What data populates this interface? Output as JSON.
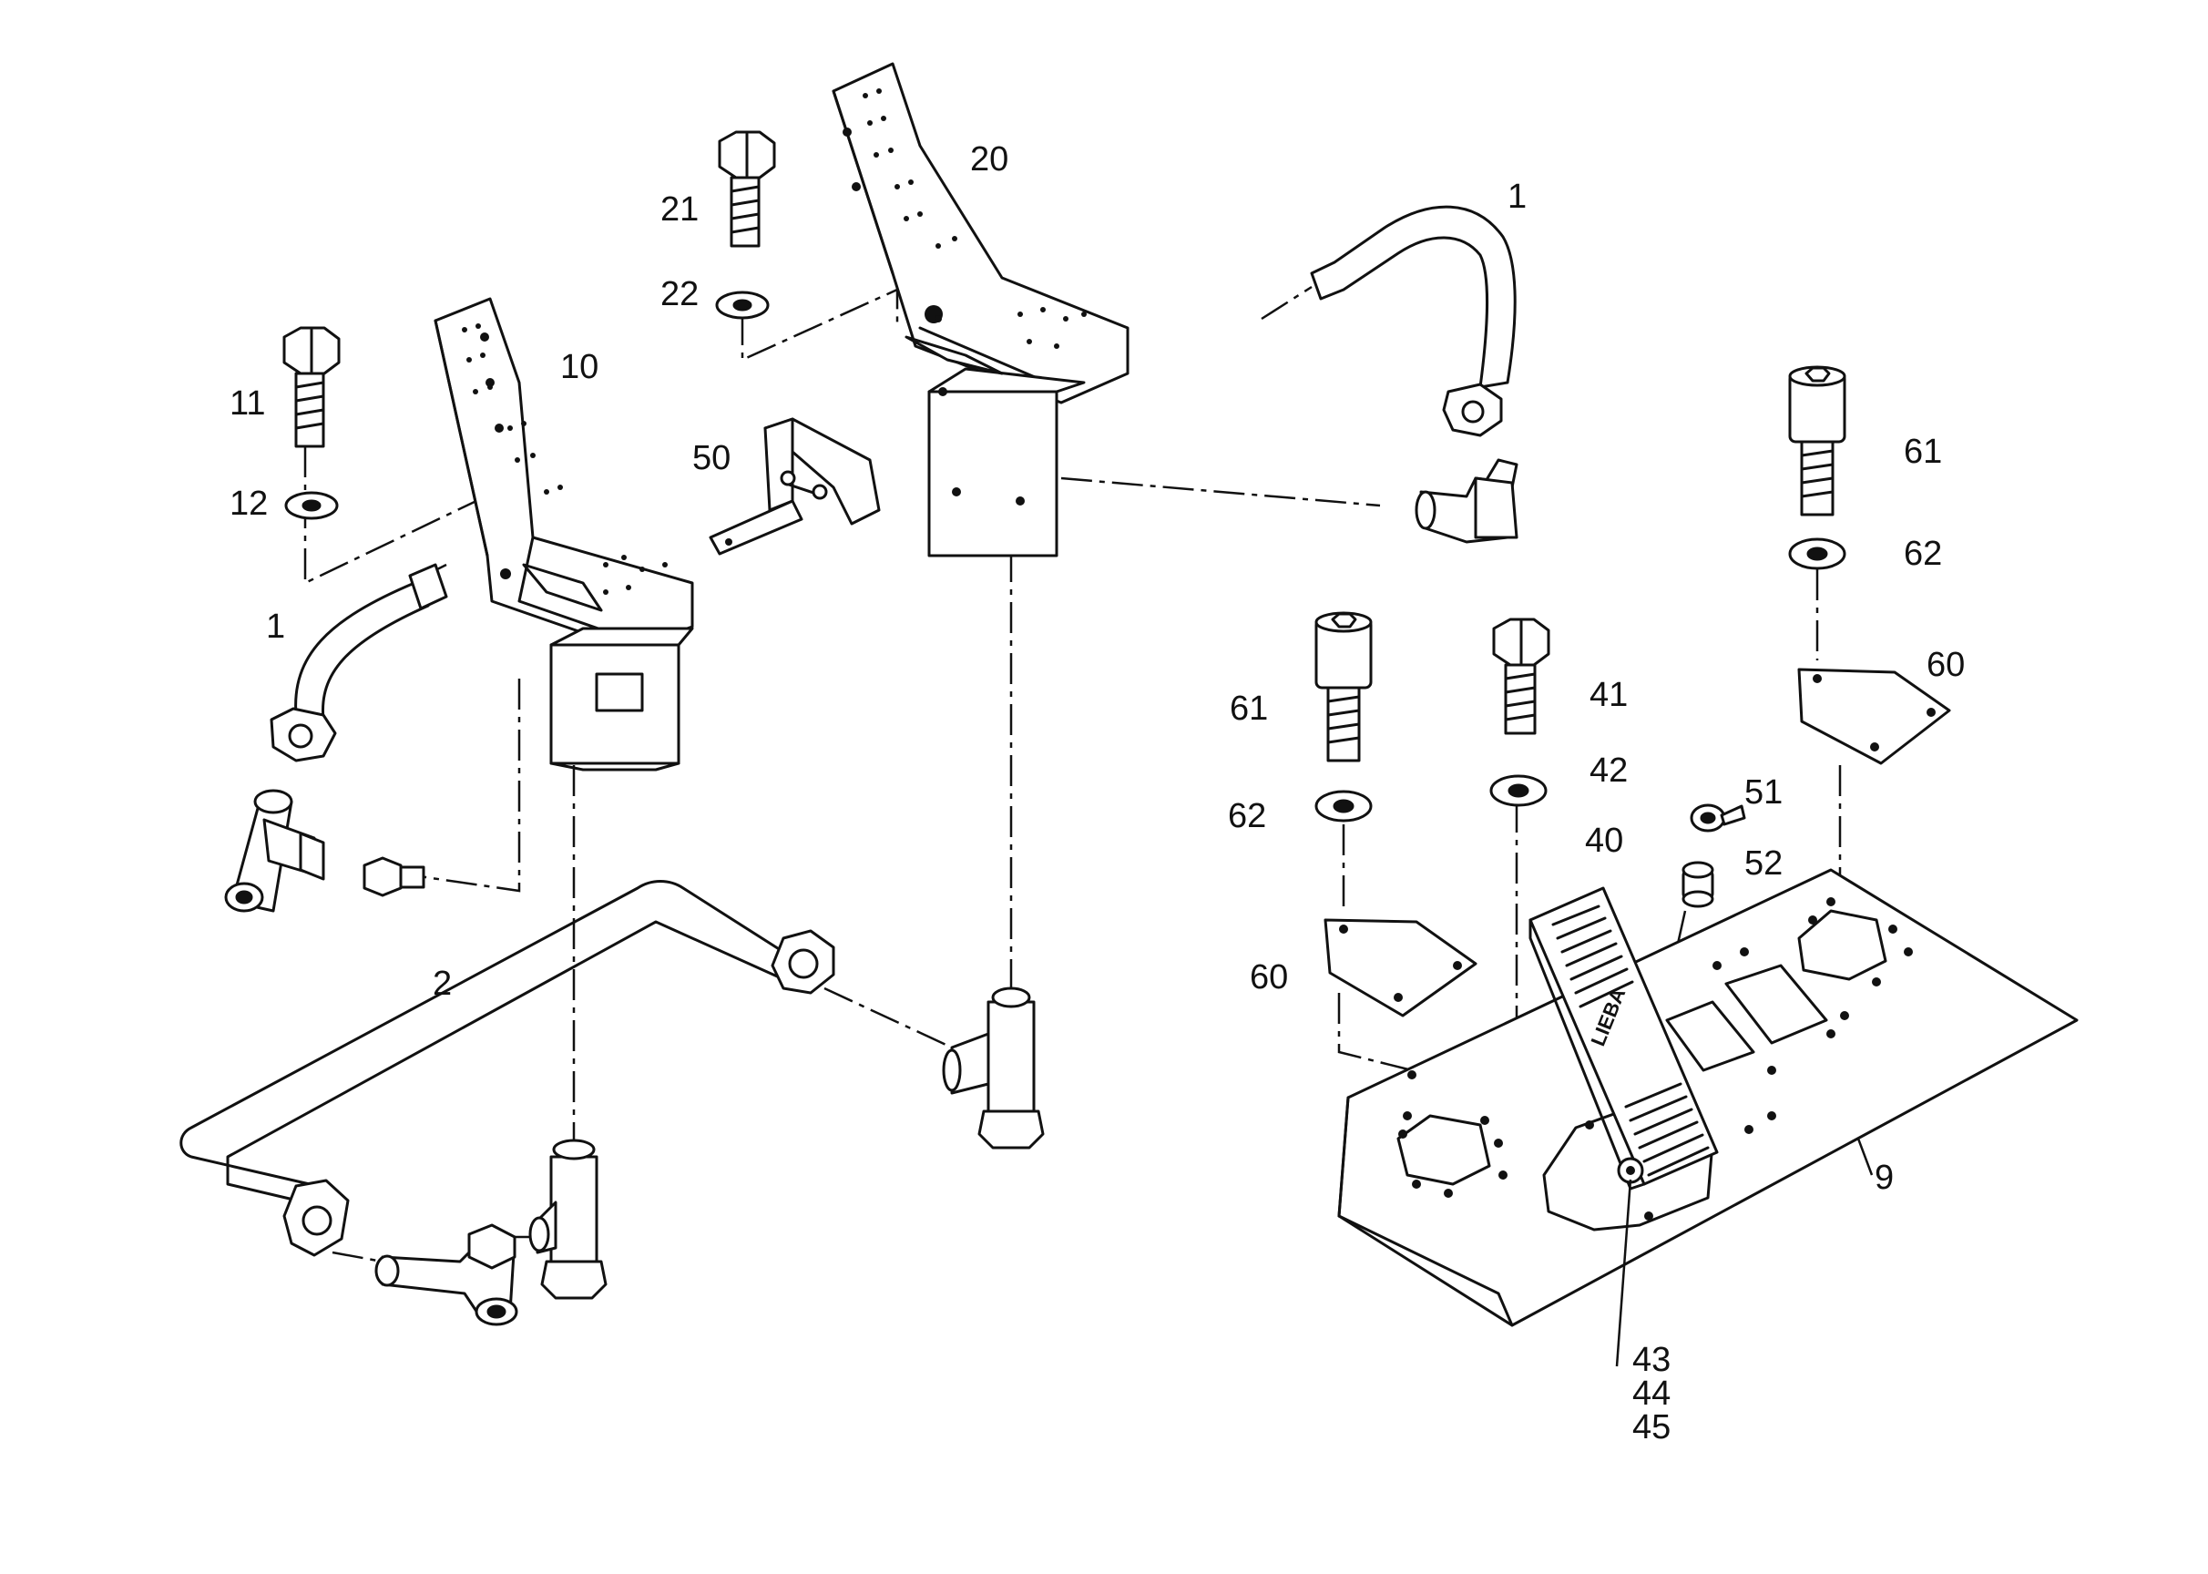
{
  "callouts": {
    "c1a": "1",
    "c1b": "1",
    "c2": "2",
    "c9": "9",
    "c10": "10",
    "c11": "11",
    "c12": "12",
    "c20": "20",
    "c21": "21",
    "c22": "22",
    "c40": "40",
    "c41": "41",
    "c42": "42",
    "c43": "43",
    "c44": "44",
    "c45": "45",
    "c50": "50",
    "c51": "51",
    "c52": "52",
    "c60a": "60",
    "c60b": "60",
    "c61a": "61",
    "c61b": "61",
    "c62a": "62",
    "c62b": "62"
  },
  "brand_mark": "LIEBA",
  "colors": {
    "ink": "#111111",
    "paper": "#ffffff"
  }
}
